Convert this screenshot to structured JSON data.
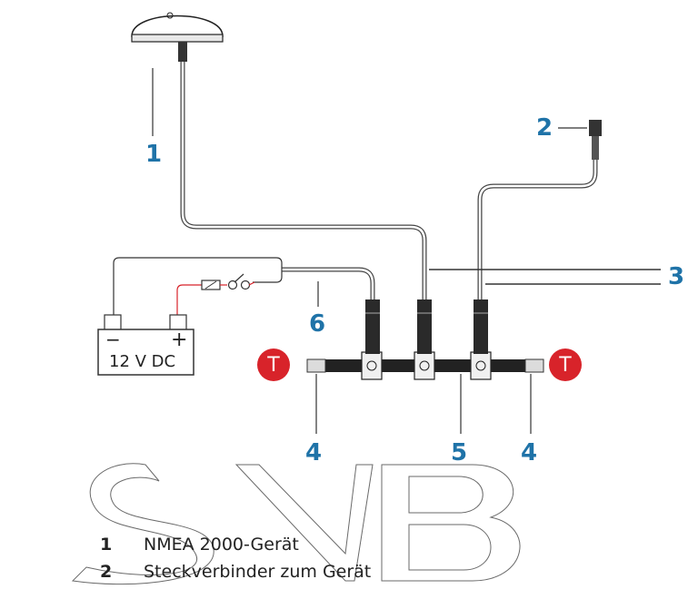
{
  "callouts": {
    "c1": "1",
    "c2": "2",
    "c3": "3",
    "c4a": "4",
    "c5": "5",
    "c4b": "4",
    "c6": "6"
  },
  "battery": {
    "minus": "−",
    "plus": "+",
    "label": "12 V DC"
  },
  "terminators": [
    "T",
    "T"
  ],
  "legend": [
    {
      "num": "1",
      "text": "NMEA 2000-Gerät"
    },
    {
      "num": "2",
      "text": "Steckverbinder zum Gerät"
    }
  ],
  "watermark": "SVB",
  "colors": {
    "callout": "#1f73a8",
    "terminator": "#d8232a",
    "power_wire": "#d8232a"
  }
}
